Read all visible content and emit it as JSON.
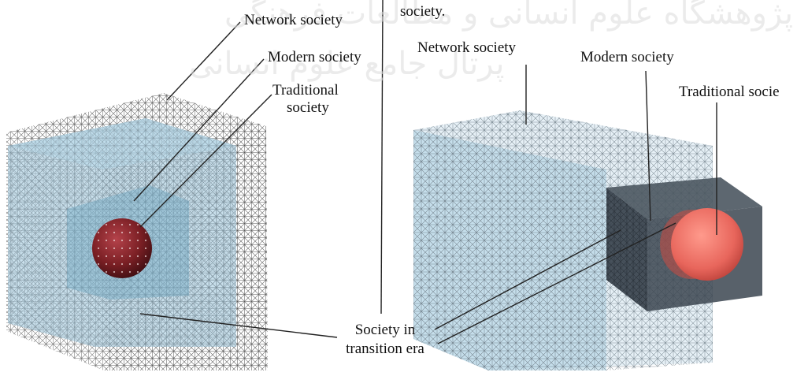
{
  "watermark": {
    "line1": "پژوهشگاه علوم انسانی و مطالعات فرهنگی",
    "line2": "پرتال جامع علوم انسانی"
  },
  "left_diagram": {
    "network_label": "Network society",
    "modern_label": "Modern society",
    "traditional_label_1": "Traditional",
    "traditional_label_2": "society"
  },
  "top_fragment_label": "society.",
  "right_diagram": {
    "network_label": "Network society",
    "modern_label": "Modern society",
    "traditional_label": "Traditional socie"
  },
  "transition_label_1": "Society in",
  "transition_label_2": "transition era",
  "colors": {
    "light_cube": "#9cc7dd",
    "dark_cube": "#3b4550",
    "left_sphere": "#7a1f24",
    "right_sphere": "#e8665c",
    "wire": "#555555"
  }
}
